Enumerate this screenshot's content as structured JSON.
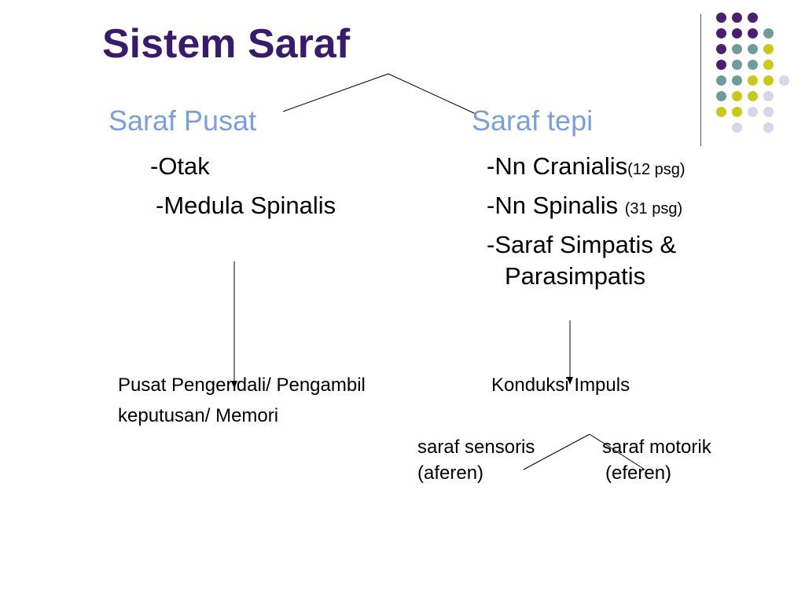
{
  "slide": {
    "title": "Sistem Saraf",
    "central": {
      "heading": "Saraf Pusat",
      "items": [
        "-Otak",
        "-Medula Spinalis"
      ],
      "function_line1": "Pusat Pengendali/ Pengambil",
      "function_line2": "keputusan/ Memori"
    },
    "peripheral": {
      "heading": "Saraf tepi",
      "item1_main": "-Nn Cranialis",
      "item1_note": "(12 psg)",
      "item2_main": "-Nn Spinalis ",
      "item2_note": "(31 psg)",
      "item3_line1": "-Saraf Simpatis &",
      "item3_line2": "Parasimpatis",
      "function": "Konduksi Impuls",
      "sensory": "saraf sensoris",
      "sensory_sub": "(aferen)",
      "motor": "saraf motorik",
      "motor_sub": "(eferen)"
    }
  },
  "theme": {
    "title_color": "#3a1a6a",
    "heading_color": "#7b9fd8",
    "dot_colors": [
      "#4a1f6e",
      "#6f9c9a",
      "#c9c91c",
      "#d6d6e6"
    ]
  }
}
